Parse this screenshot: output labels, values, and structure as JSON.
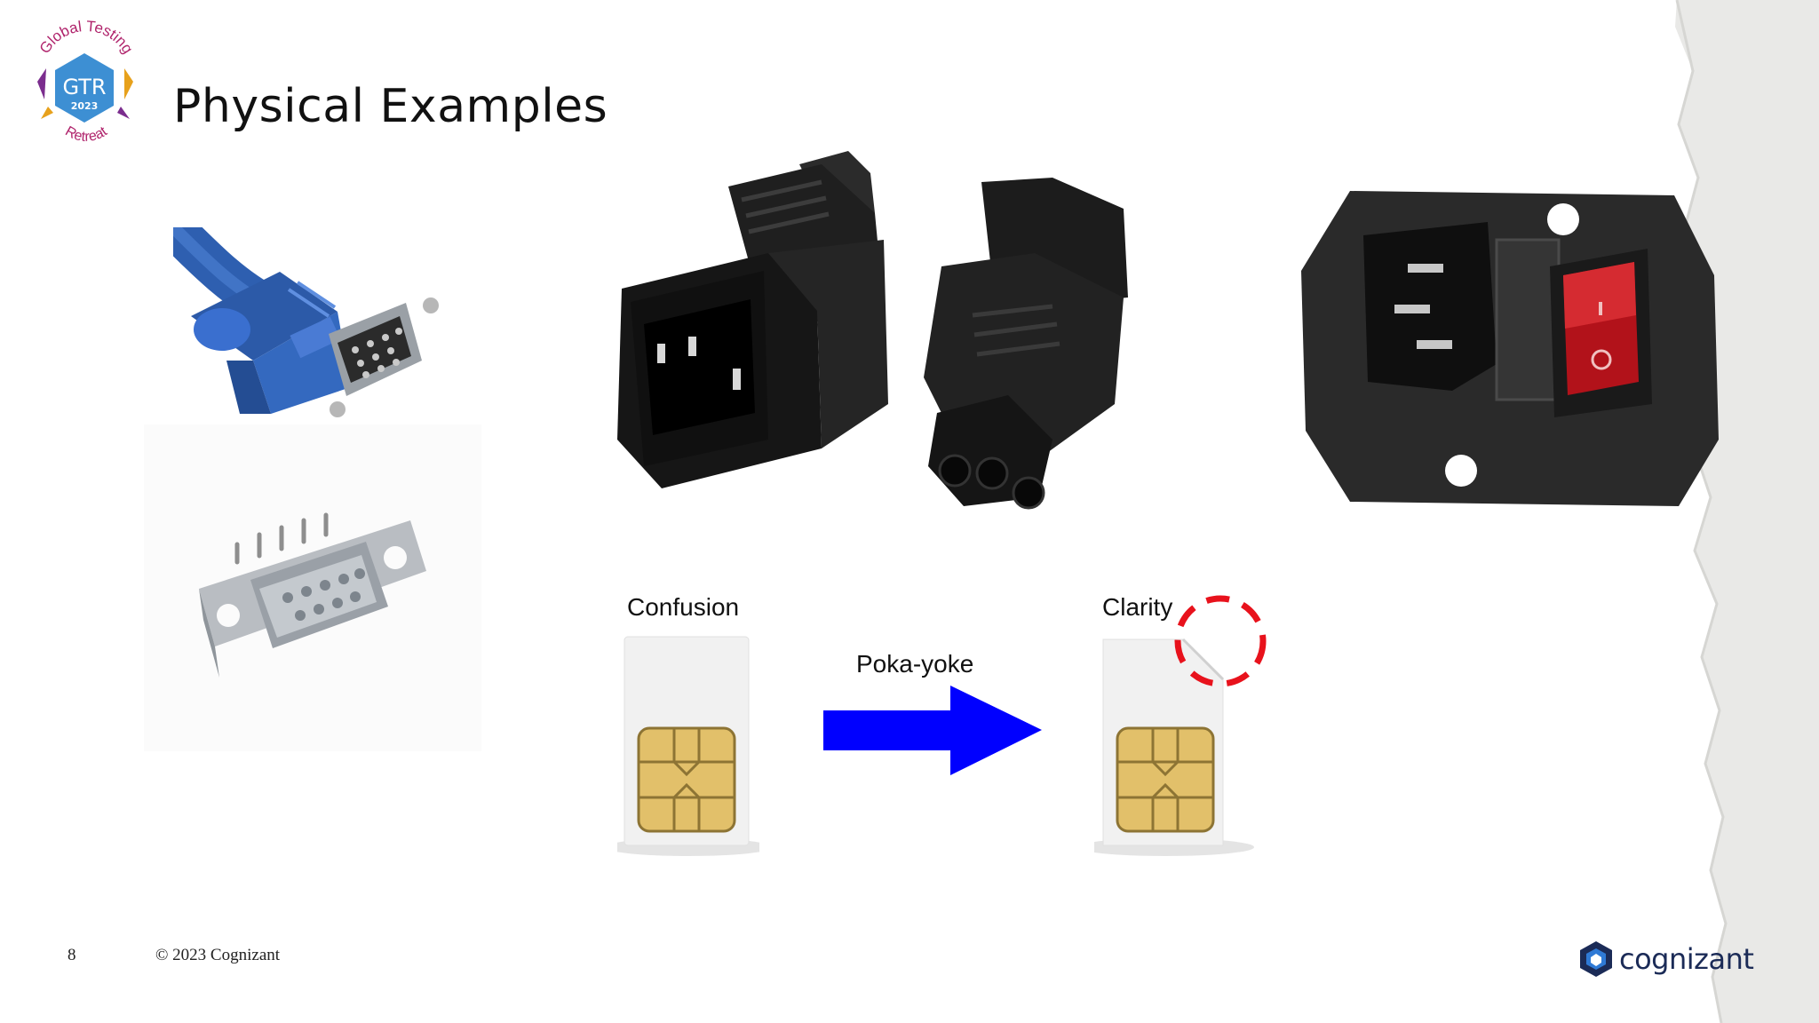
{
  "slide": {
    "title": "Physical Examples",
    "page_number": "8",
    "copyright": "© 2023 Cognizant"
  },
  "logo": {
    "line_top": "Global Testing",
    "center": "GTR",
    "year": "2023",
    "line_bottom": "Retreat"
  },
  "brand": {
    "name": "cognizant",
    "color": "#1b2b57"
  },
  "diagram": {
    "before_label": "Confusion",
    "transition_label": "Poka-yoke",
    "after_label": "Clarity",
    "arrow_color": "#0000ff",
    "highlight_color": "#e8121c"
  },
  "icons": [
    "vga-connector-icon",
    "dsub-female-connector-icon",
    "iec-plug-icon",
    "power-inlet-switch-icon",
    "sim-card-icon",
    "arrow-right-icon",
    "cognizant-logo-icon"
  ]
}
